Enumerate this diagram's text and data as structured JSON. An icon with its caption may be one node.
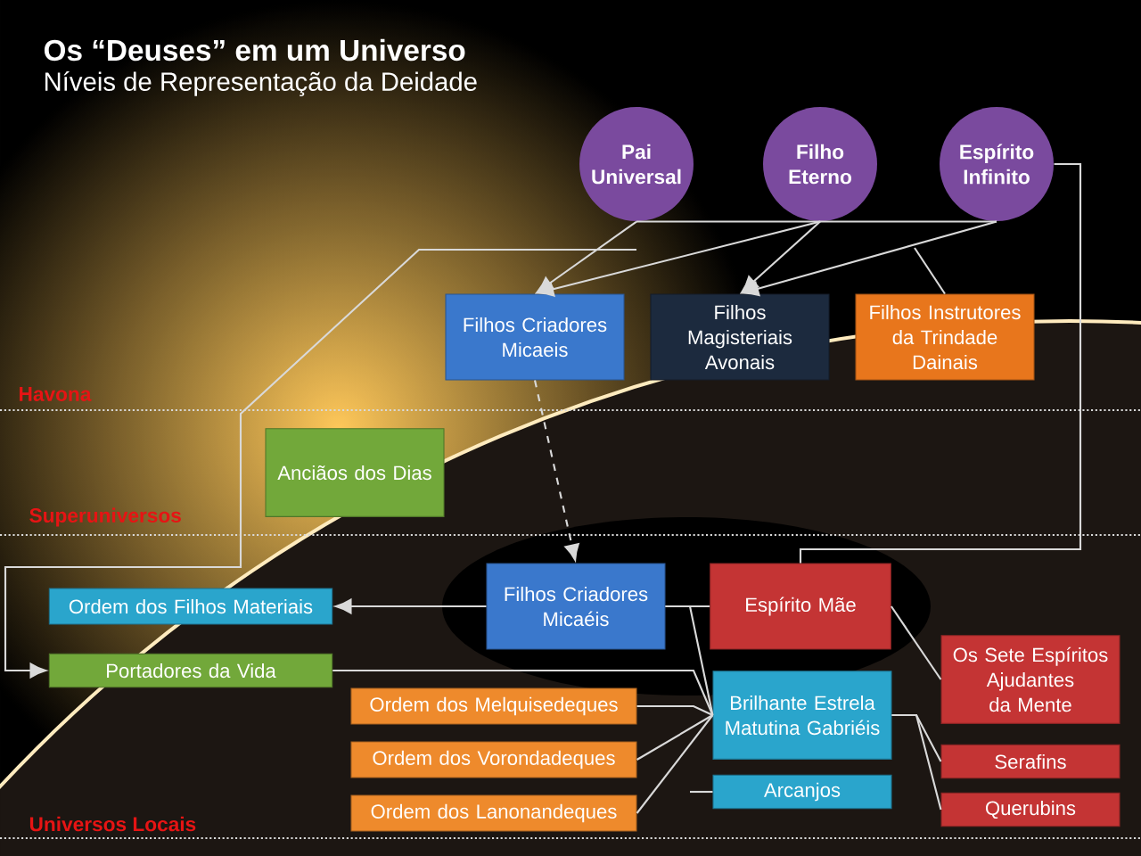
{
  "diagram": {
    "title": "Os “Deuses” em um Universo",
    "caption": "Níveis de Representação da Deidade",
    "nodes": [
      {
        "text": [
          "Pai Universal"
        ]
      },
      {
        "text": [
          "Filho Eterno"
        ]
      },
      {
        "text": [
          "Espírito Infinito"
        ]
      },
      {
        "text": [
          "Filhos Criadores Micaeis"
        ]
      },
      {
        "text": [
          "Filhos Magisteriais Avonais"
        ]
      },
      {
        "text": [
          "Filhos Instrutores da Trindade Dainais"
        ]
      },
      {
        "text": [
          "Anciãos dos Dias"
        ]
      },
      {
        "text": [
          "Filhos Criadores Micaéis"
        ]
      },
      {
        "text": [
          "Espírito Mãe"
        ]
      },
      {
        "text": [
          "Ordem dos Filhos Materiais"
        ]
      },
      {
        "text": [
          "Portadores da Vida"
        ]
      },
      {
        "text": [
          "Ordem dos Melquisedeques"
        ]
      },
      {
        "text": [
          "Ordem dos Vorondadeques"
        ]
      },
      {
        "text": [
          "Ordem dos Lanonandeques"
        ]
      },
      {
        "text": [
          "Brilhante Estrela Matutina Gabriéis"
        ]
      },
      {
        "text": [
          "Arcanjos"
        ]
      },
      {
        "text": [
          "Os Sete Espíritos Ajudantes da Mente"
        ]
      },
      {
        "text": [
          "Serafins"
        ]
      },
      {
        "text": [
          "Querubins"
        ]
      }
    ],
    "edges": [
      {
        "from": 0,
        "to": 1,
        "arrow": "none"
      },
      {
        "from": 1,
        "to": 2,
        "arrow": "none"
      },
      {
        "from": 0,
        "to": 3,
        "arrow": "to"
      },
      {
        "from": 1,
        "to": 3,
        "arrow": "to"
      },
      {
        "from": 1,
        "to": 4,
        "arrow": "to"
      },
      {
        "from": 2,
        "to": 4,
        "arrow": "to"
      },
      {
        "from": null,
        "to": 5,
        "arrow": "none"
      },
      {
        "from": 2,
        "to": 8,
        "arrow": "none"
      },
      {
        "from": null,
        "to": 10,
        "arrow": "to"
      },
      {
        "from": 3,
        "to": 7,
        "arrow": "to",
        "style": "dashed"
      },
      {
        "from": 7,
        "to": 9,
        "arrow": "to"
      },
      {
        "from": 7,
        "to": 8,
        "arrow": "none"
      },
      {
        "from": 7,
        "to": 14,
        "arrow": "none"
      },
      {
        "from": 10,
        "to": 14,
        "arrow": "none"
      },
      {
        "from": 11,
        "to": 14,
        "arrow": "none"
      },
      {
        "from": 12,
        "to": 14,
        "arrow": "none"
      },
      {
        "from": 13,
        "to": 14,
        "arrow": "none"
      },
      {
        "from": null,
        "to": 15,
        "arrow": "none"
      },
      {
        "from": 8,
        "to": 16,
        "arrow": "none"
      },
      {
        "from": 14,
        "to": 17,
        "arrow": "none"
      },
      {
        "from": 14,
        "to": 18,
        "arrow": "none"
      }
    ],
    "labels": [
      "Havona",
      "Superuniversos",
      "Universos Locais"
    ]
  }
}
